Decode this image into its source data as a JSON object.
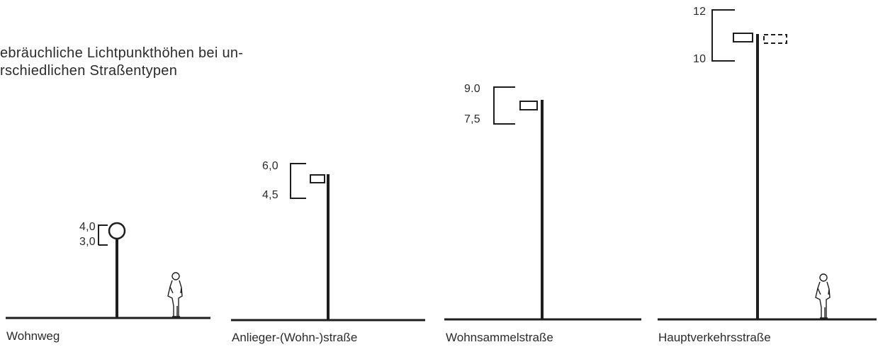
{
  "caption": {
    "line1": "ebräuchliche Lichtpunkthöhen bei un-",
    "line2": "rschiedlichen Straßentypen"
  },
  "panels": [
    {
      "label": "Wohnweg",
      "height_labels": [
        "4,0",
        "3,0"
      ],
      "luminaire": "globe",
      "person": true
    },
    {
      "label": "Anlieger-(Wohn-)straße",
      "height_labels": [
        "6,0",
        "4,5"
      ],
      "luminaire": "box",
      "person": false
    },
    {
      "label": "Wohnsammelstraße",
      "height_labels": [
        "9.0",
        "7,5"
      ],
      "luminaire": "box",
      "person": false
    },
    {
      "label": "Hauptverkehrsstraße",
      "height_labels": [
        "12",
        "10"
      ],
      "luminaire": "double-box",
      "person": true
    }
  ],
  "colors": {
    "ink": "#1e1e1e",
    "background": "#ffffff"
  }
}
